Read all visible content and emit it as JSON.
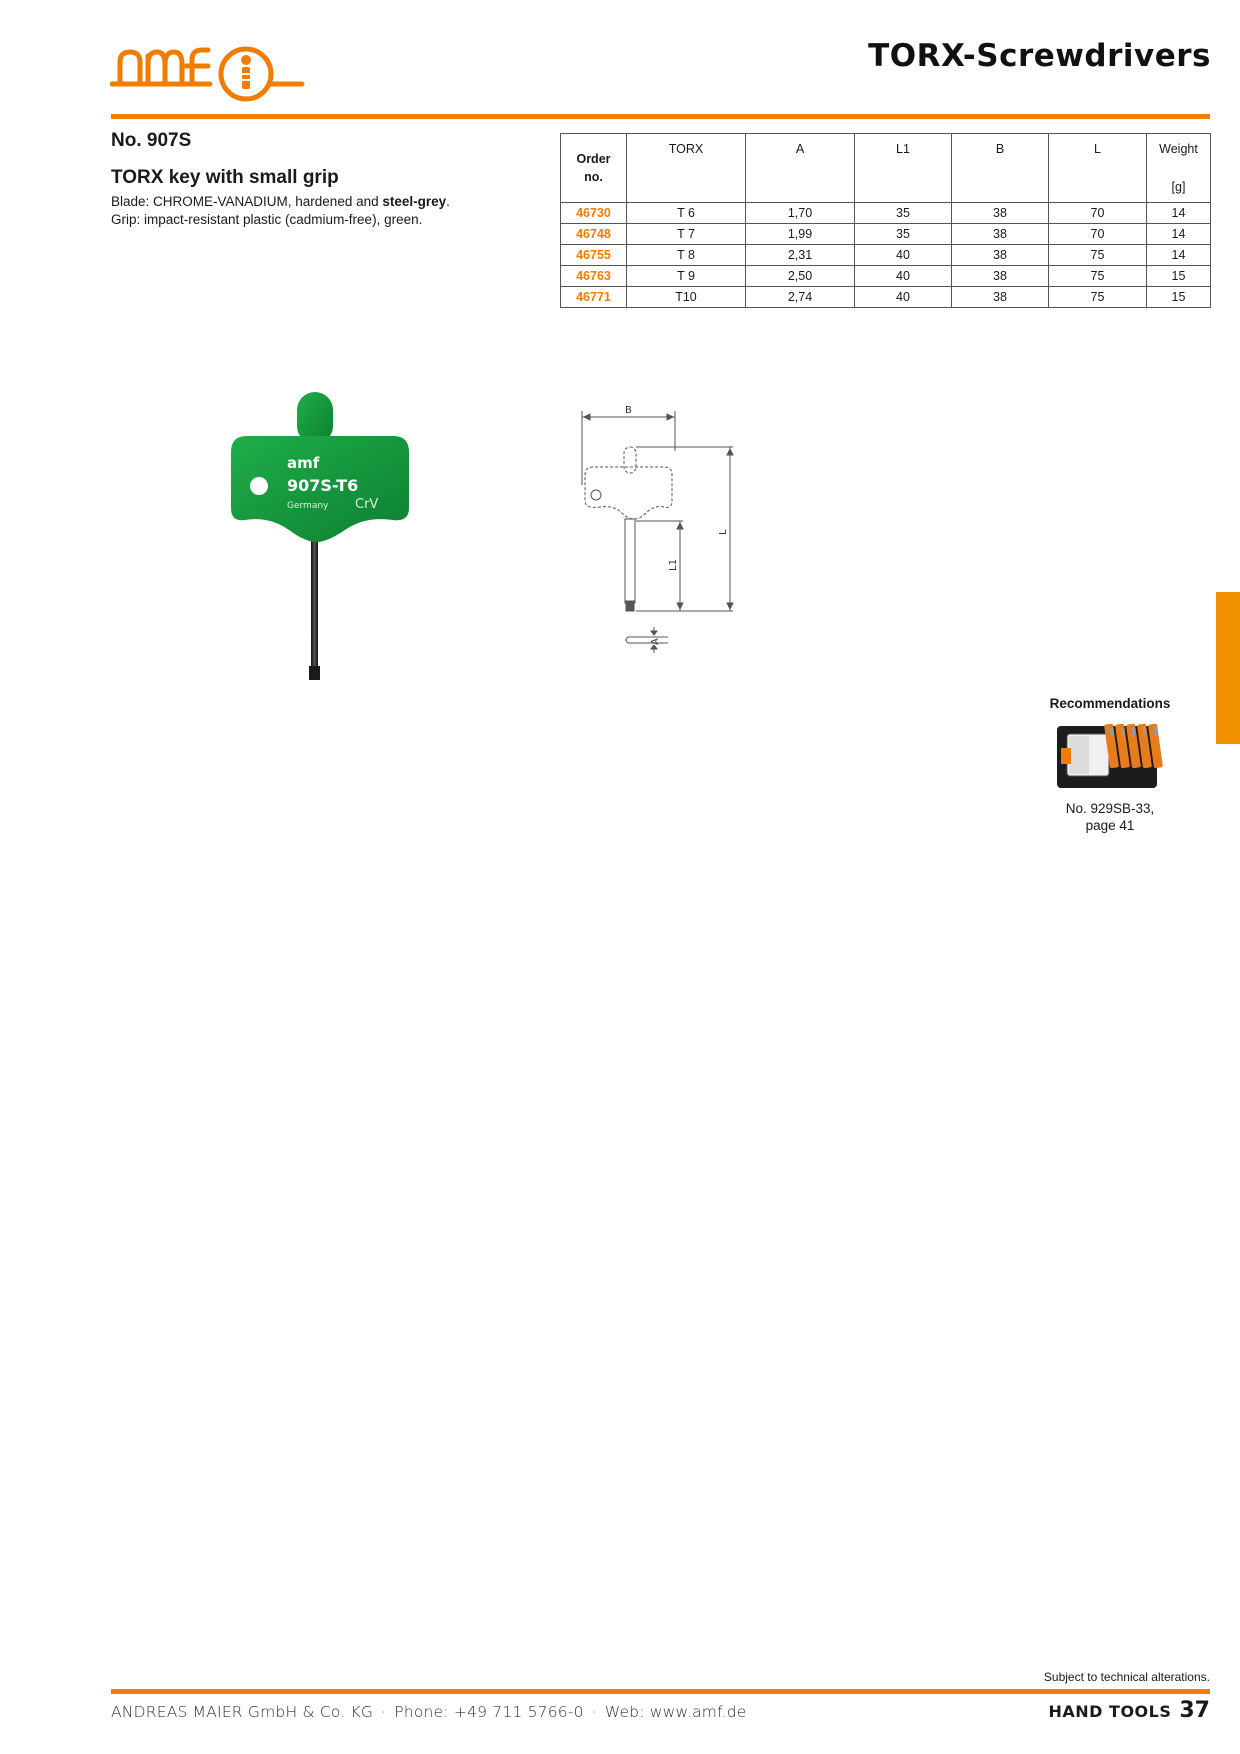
{
  "header": {
    "brand": "amf",
    "title": "TORX-Screwdrivers"
  },
  "product": {
    "number": "No. 907S",
    "name": "TORX key with small grip",
    "desc_line1_pre": "Blade: CHROME-VANADIUM, hardened and ",
    "desc_line1_bold": "steel-grey",
    "desc_line1_post": ".",
    "desc_line2": "Grip: impact-resistant plastic (cadmium-free), green."
  },
  "table": {
    "headers": {
      "order_line1": "Order",
      "order_line2": "no.",
      "torx": "TORX",
      "a": "A",
      "l1": "L1",
      "b": "B",
      "l": "L",
      "weight": "Weight",
      "weight_unit": "[g]"
    },
    "rows": [
      [
        "46730",
        "T 6",
        "1,70",
        "35",
        "38",
        "70",
        "14"
      ],
      [
        "46748",
        "T 7",
        "1,99",
        "35",
        "38",
        "70",
        "14"
      ],
      [
        "46755",
        "T 8",
        "2,31",
        "40",
        "38",
        "75",
        "14"
      ],
      [
        "46763",
        "T 9",
        "2,50",
        "40",
        "38",
        "75",
        "15"
      ],
      [
        "46771",
        "T10",
        "2,74",
        "40",
        "38",
        "75",
        "15"
      ]
    ]
  },
  "photo_grip": {
    "brand": "amf",
    "model": "907S-T6",
    "origin": "Germany",
    "material": "CrV"
  },
  "drawing_labels": {
    "b": "B",
    "l": "L",
    "l1": "L1",
    "a": "A"
  },
  "recommendations": {
    "title": "Recommendations",
    "line1": "No. 929SB-33,",
    "line2": "page 41"
  },
  "notes": {
    "subject": "Subject to technical alterations."
  },
  "footer": {
    "company": "ANDREAS MAIER GmbH & Co. KG",
    "phone": "Phone: +49 711 5766-0",
    "web": "Web: www.amf.de",
    "separator": "·",
    "section": "HAND TOOLS",
    "page": "37"
  },
  "colors": {
    "accent": "#f07d00",
    "grip_green": "#139a3c"
  }
}
